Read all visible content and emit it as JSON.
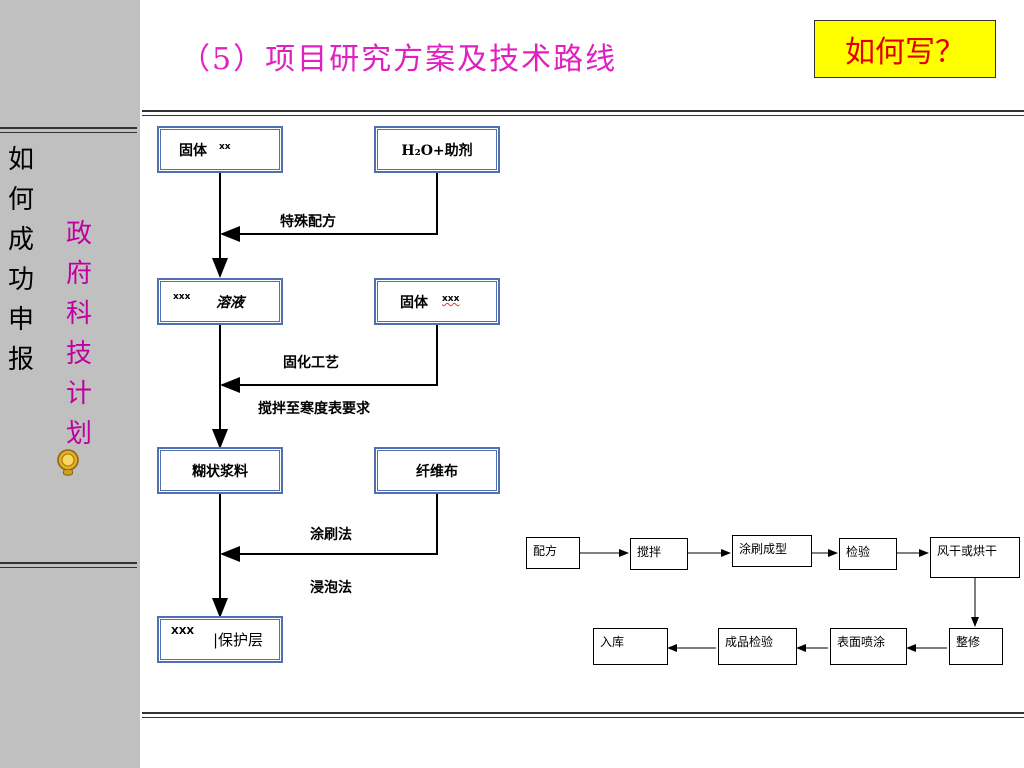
{
  "title": "（5）项目研究方案及技术路线",
  "how_to_write": "如何写？",
  "sidebar": {
    "line1": [
      "如",
      "何",
      "成",
      "功",
      "申",
      "报"
    ],
    "line2": [
      "政",
      "府",
      "科",
      "技",
      "计",
      "划"
    ],
    "coin_icon": "gold-coin-icon"
  },
  "flow_left": {
    "boxes": {
      "solid1": {
        "label": "固体",
        "sup": "xx"
      },
      "h2o": {
        "label": "H₂O+助剂"
      },
      "solution": {
        "label": "溶液",
        "sup": "xxx"
      },
      "solid2": {
        "label": "固体",
        "sup": "xxx"
      },
      "paste": {
        "label": "糊状浆料"
      },
      "fiber": {
        "label": "纤维布"
      },
      "protect": {
        "label": "|保护层",
        "sup": "XXX"
      }
    },
    "labels": {
      "special_formula": "特殊配方",
      "curing": "固化工艺",
      "stir": "搅拌至寒度表要求",
      "brush": "涂刷法",
      "soak": "浸泡法"
    }
  },
  "process": {
    "row1": [
      "配方",
      "搅拌",
      "涂刷成型",
      "检验",
      "风干或烘干"
    ],
    "row2": [
      "入库",
      "成品检验",
      "表面喷涂",
      "整修"
    ]
  },
  "colors": {
    "title": "#e020c0",
    "highlight_bg": "#ffff00",
    "highlight_text": "#e00000",
    "sidebar_bg": "#c0c0c0",
    "box_border": "#5070b0",
    "sidebar_accent": "#c000a0"
  }
}
